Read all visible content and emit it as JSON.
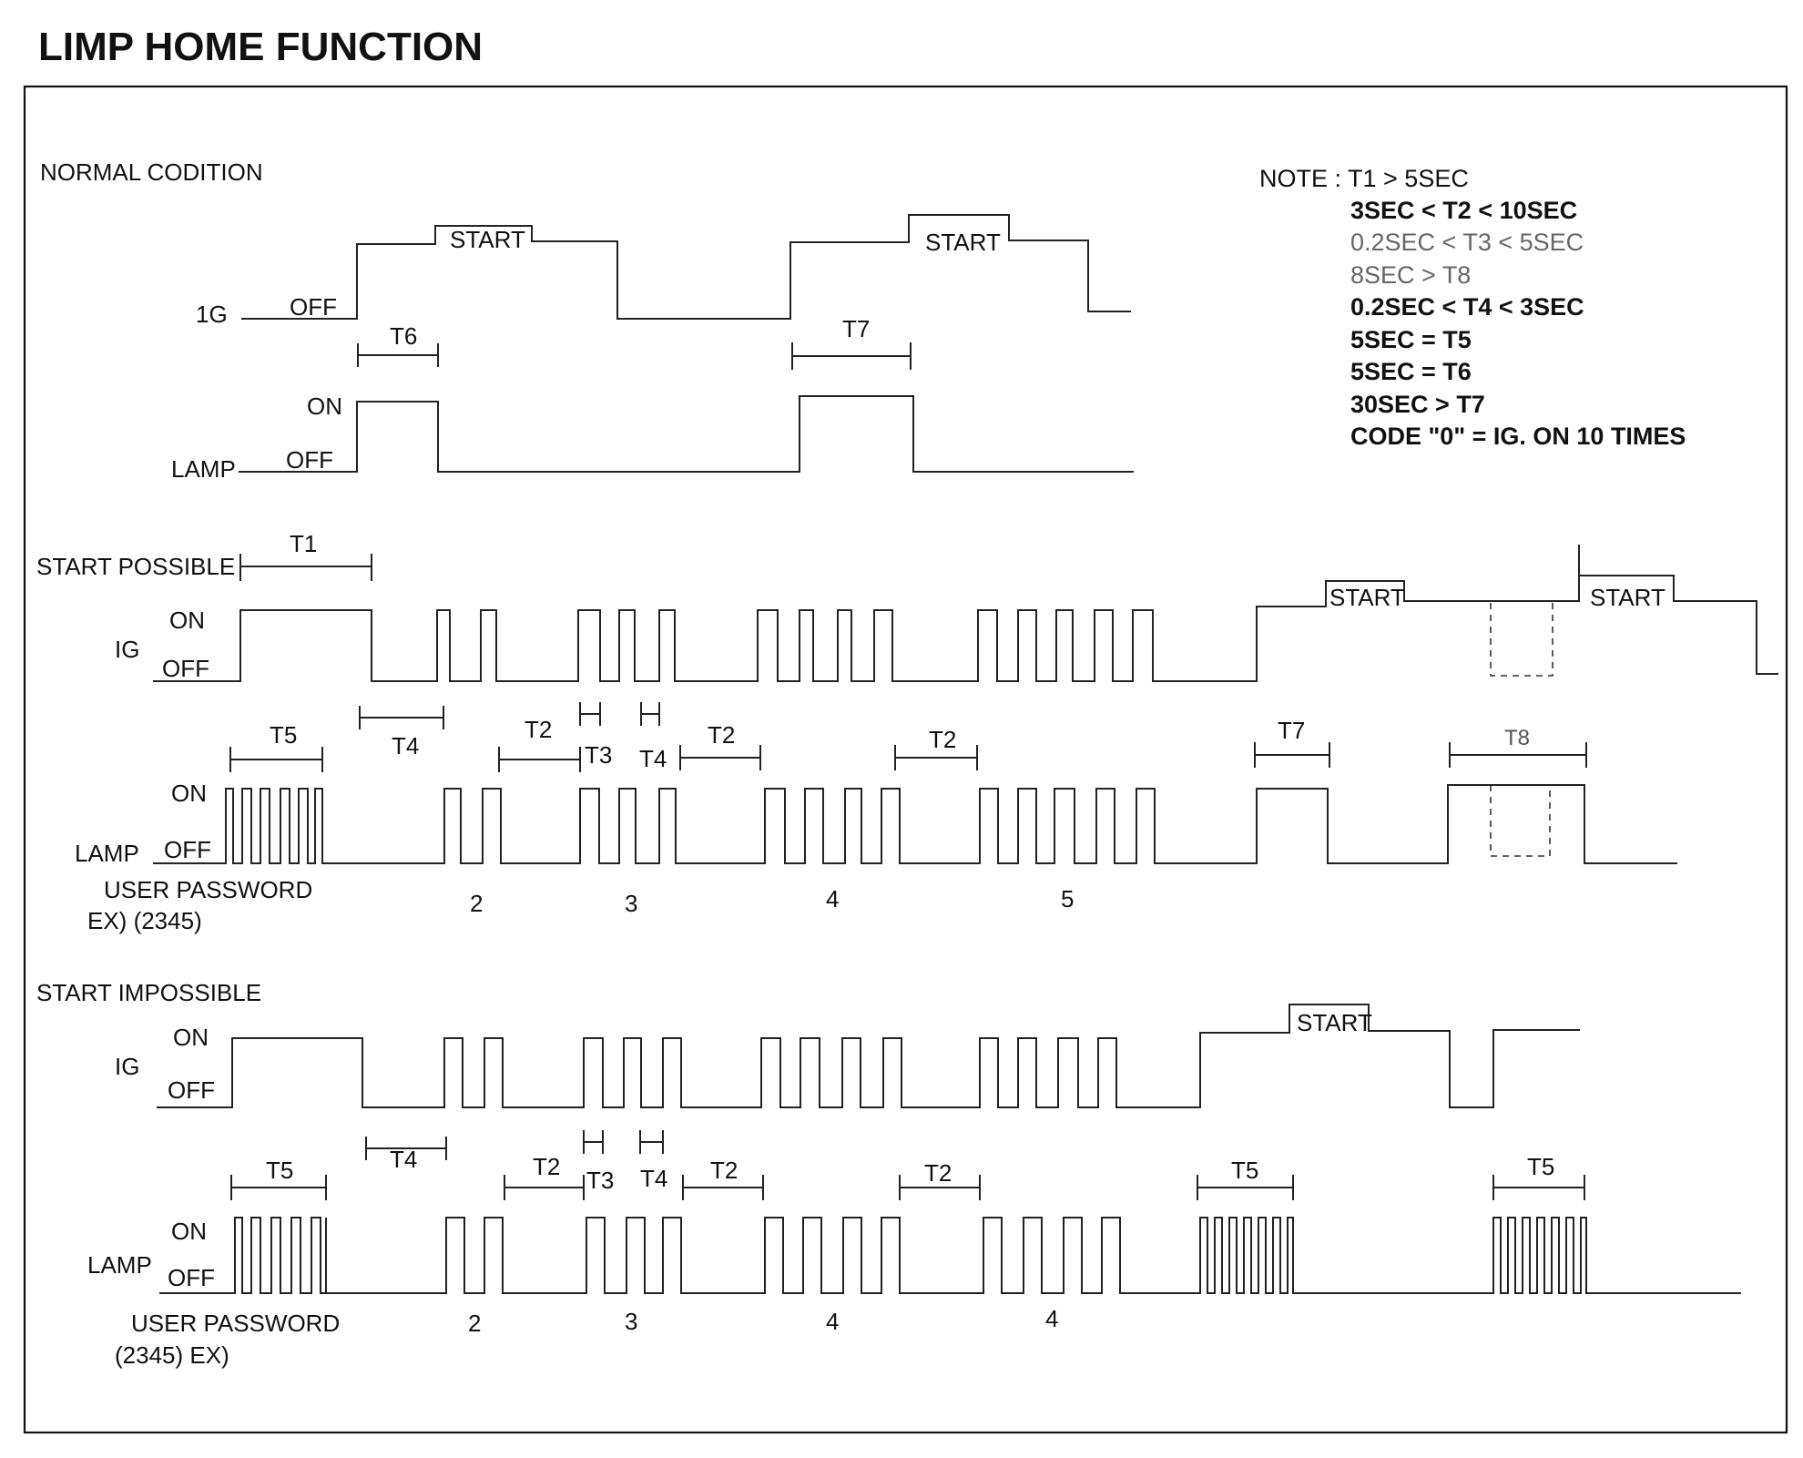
{
  "title": "LIMP HOME FUNCTION",
  "sections": {
    "normal": "NORMAL CODITION",
    "start_possible": "START POSSIBLE",
    "start_impossible": "START IMPOSSIBLE"
  },
  "signals": {
    "ig_normal": "1G",
    "ig": "IG",
    "lamp": "LAMP",
    "on": "ON",
    "off": "OFF",
    "start": "START"
  },
  "timing_labels": {
    "t1": "T1",
    "t2": "T2",
    "t3": "T3",
    "t4": "T4",
    "t5": "T5",
    "t6": "T6",
    "t7": "T7",
    "t8": "T8"
  },
  "digits": {
    "possible": [
      "2",
      "3",
      "4",
      "5"
    ],
    "impossible": [
      "2",
      "3",
      "4",
      "4"
    ]
  },
  "password": {
    "possible_line1": "USER PASSWORD",
    "possible_line2": "EX)  (2345)",
    "impossible_line1": "USER PASSWORD",
    "impossible_line2": "(2345)     EX)"
  },
  "notes": {
    "head": "NOTE : T1 > 5SEC",
    "lines": [
      "3SEC < T2 < 10SEC",
      "0.2SEC < T3 < 5SEC",
      "8SEC > T8",
      "0.2SEC < T4 < 3SEC",
      "5SEC = T5",
      "5SEC = T6",
      "30SEC > T7",
      "CODE \"0\" = IG. ON 10 TIMES"
    ]
  }
}
